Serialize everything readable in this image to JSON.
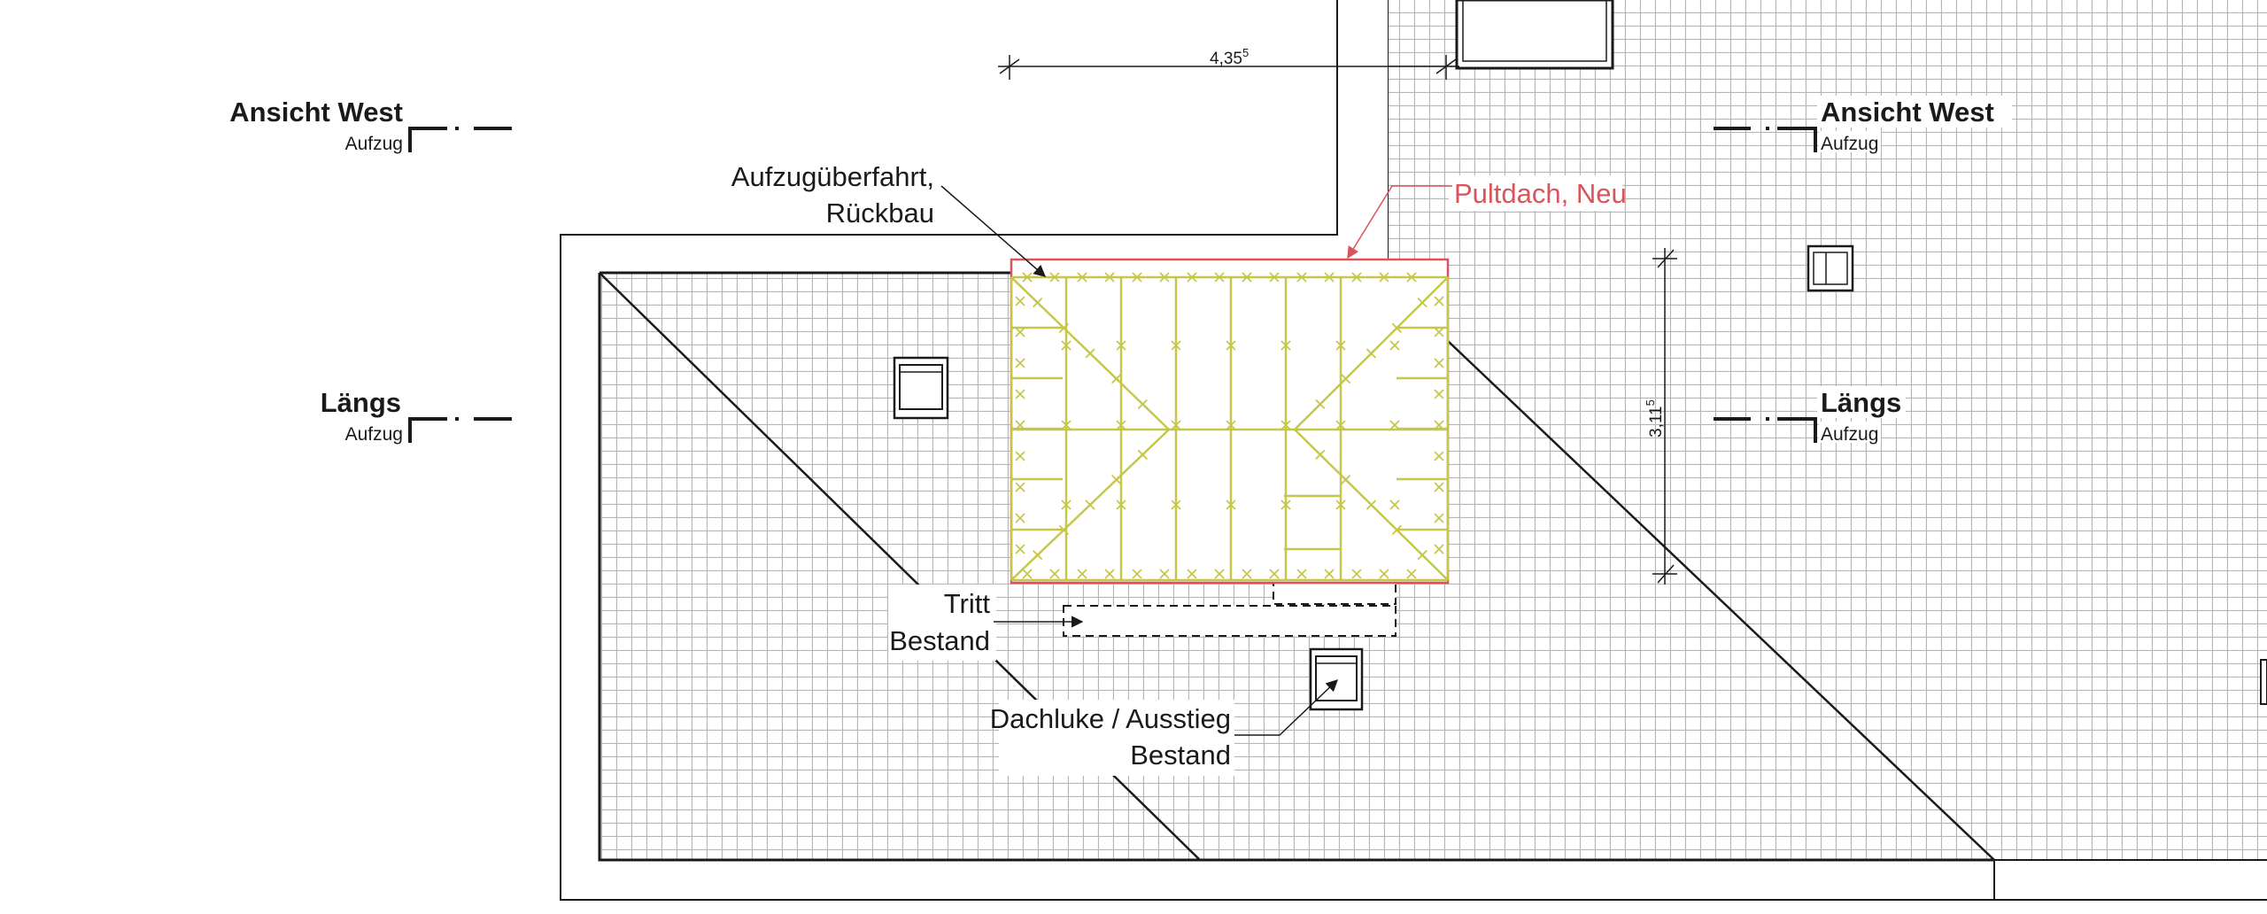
{
  "section_markers": {
    "ansicht_west_left": {
      "title": "Ansicht West",
      "sub": "Aufzug"
    },
    "ansicht_west_right": {
      "title": "Ansicht West",
      "sub": "Aufzug"
    },
    "laengs_left": {
      "title": "Längs",
      "sub": "Aufzug"
    },
    "laengs_right": {
      "title": "Längs",
      "sub": "Aufzug"
    }
  },
  "annotations": {
    "aufzug_line1": "Aufzugüberfahrt,",
    "aufzug_line2": "Rückbau",
    "pultdach": "Pultdach, Neu",
    "tritt_line1": "Tritt",
    "tritt_line2": "Bestand",
    "dachluke_line1": "Dachluke / Ausstieg",
    "dachluke_line2": "Bestand"
  },
  "dimensions": {
    "horizontal": "4,35",
    "horizontal_sup": "5",
    "vertical": "3,11",
    "vertical_sup": "5"
  },
  "colors": {
    "line": "#1a1a1a",
    "tiles": "#b5b5b5",
    "structure": "#c6c64a",
    "new_roof": "#d9545b"
  }
}
